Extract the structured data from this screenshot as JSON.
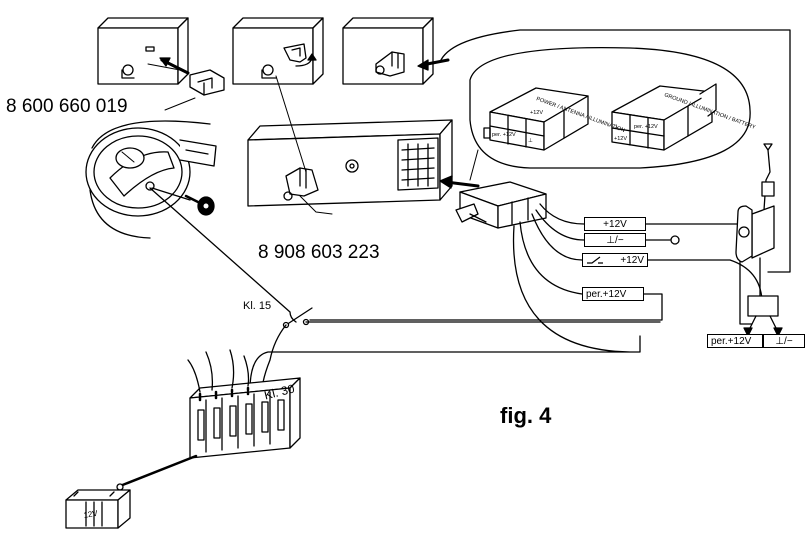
{
  "part_numbers": {
    "adapter": "8 600 660 019",
    "radio": "8 908 603 223"
  },
  "figure_label": "fig. 4",
  "ignition": {
    "switch_label": "Kl. 15",
    "fuse_terminal_label": "Kl. 30"
  },
  "battery": {
    "voltage_label": "12V"
  },
  "wire_tags": {
    "plus12v": "+12V",
    "ground": "⊥/−",
    "antenna_plus12v": "+12V",
    "permanent_plus12v": "per.+12V"
  },
  "motor_antenna_tags": {
    "permanent_plus12v": "per.+12V",
    "ground": "⊥/−"
  },
  "connector_detail": {
    "left_cells": [
      "per. +12V",
      "+12V",
      "⊥"
    ],
    "right_cells": [
      "⊥",
      "per. +12V",
      "+12V"
    ],
    "left_caption": "POWER / ANTENNA / ILLUMINATION",
    "right_caption": "GROUND / ILLUMINATION / BATTERY"
  }
}
